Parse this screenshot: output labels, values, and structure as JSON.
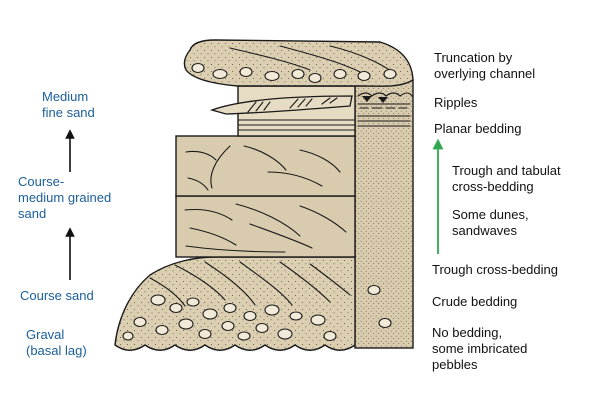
{
  "left_labels": {
    "medium_fine_sand": [
      "Medium",
      "fine sand"
    ],
    "course_medium_sand": [
      "Course-",
      "medium grained",
      "sand"
    ],
    "course_sand": "Course sand",
    "graval": [
      "Graval",
      "(basal lag)"
    ]
  },
  "right_labels": {
    "truncation": [
      "Truncation by",
      "overlying channel"
    ],
    "ripples": "Ripples",
    "planar_bedding": "Planar bedding",
    "trough_tabulat": [
      "Trough and tabulat",
      "cross-bedding"
    ],
    "dunes": [
      "Some dunes,",
      "sandwaves"
    ],
    "trough_cross": "Trough cross-bedding",
    "crude_bedding": "Crude bedding",
    "no_bedding": [
      "No bedding,",
      "some imbricated",
      "pebbles"
    ]
  },
  "colors": {
    "sediment": "#d9ccae",
    "sediment_light": "#e6dcc3",
    "outline": "#1a1a1a",
    "left_text": "#1b5e9a",
    "arrow_green": "#2fa84f",
    "arrow_black": "#111111"
  }
}
